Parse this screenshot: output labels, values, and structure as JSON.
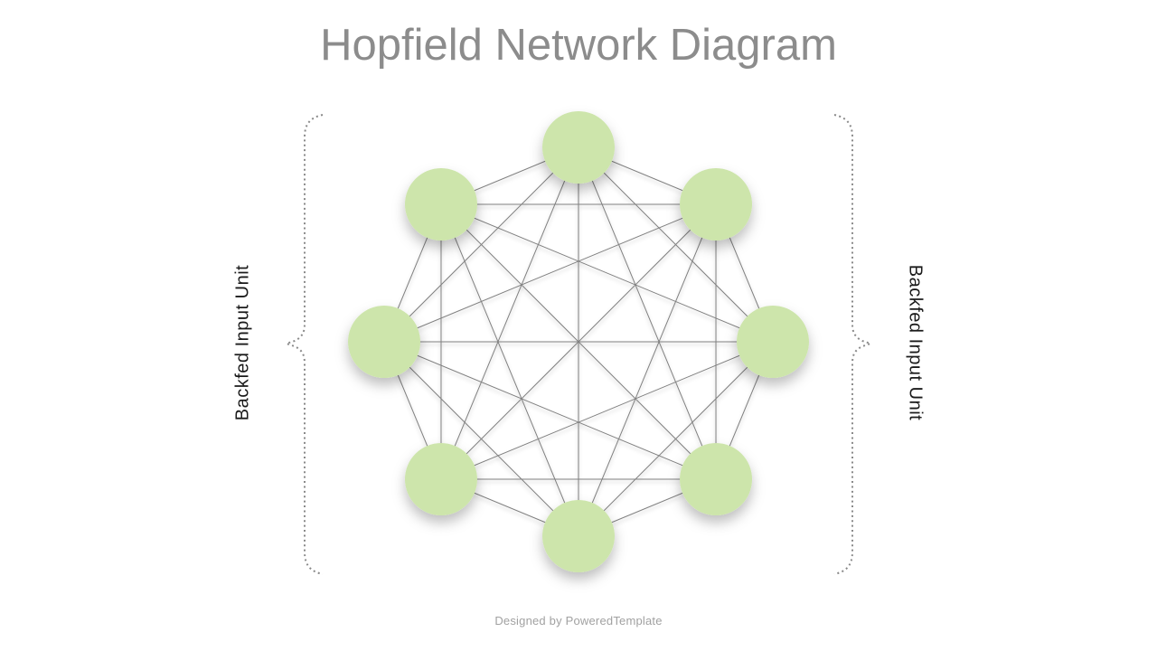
{
  "title": "Hopfield Network Diagram",
  "left_label": "Backfed Input Unit",
  "right_label": "Backfed Input Unit",
  "footer": "Designed by PoweredTemplate",
  "diagram": {
    "type": "hopfield-network",
    "node_count": 8,
    "fully_connected": true,
    "node_color": "#cde5ab",
    "edge_color": "#808080",
    "brace_color": "#8a8a8a",
    "title_color": "#8c8c8c",
    "label_color": "#1a1a1a",
    "footer_color": "#a1a1a1",
    "background_color": "#ffffff"
  }
}
